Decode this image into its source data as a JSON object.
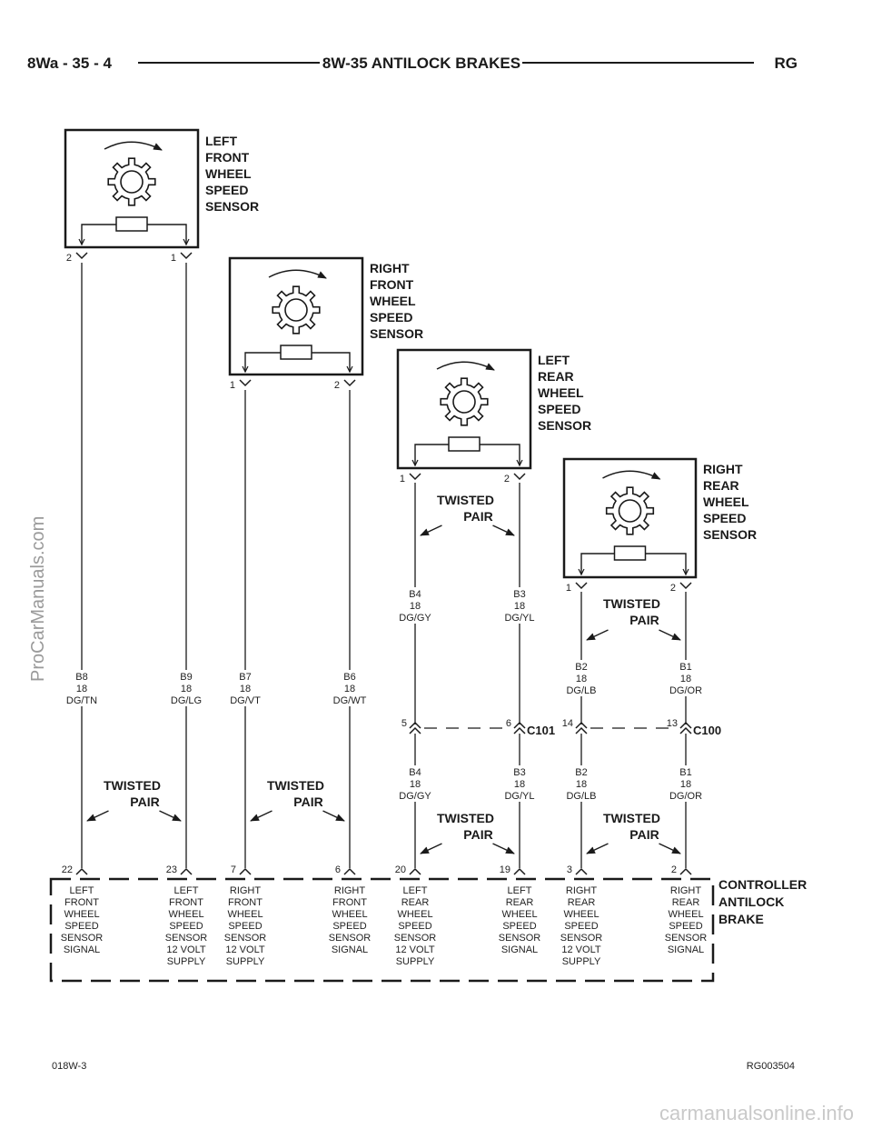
{
  "header": {
    "left": "8Wa - 35 - 4",
    "center": "8W-35 ANTILOCK BRAKES",
    "right": "RG"
  },
  "sensors": [
    {
      "id": "lf",
      "label": [
        "LEFT",
        "FRONT",
        "WHEEL",
        "SPEED",
        "SENSOR"
      ],
      "pin_left": "2",
      "pin_right": "1"
    },
    {
      "id": "rf",
      "label": [
        "RIGHT",
        "FRONT",
        "WHEEL",
        "SPEED",
        "SENSOR"
      ],
      "pin_left": "1",
      "pin_right": "2"
    },
    {
      "id": "lr",
      "label": [
        "LEFT",
        "REAR",
        "WHEEL",
        "SPEED",
        "SENSOR"
      ],
      "pin_left": "1",
      "pin_right": "2"
    },
    {
      "id": "rr",
      "label": [
        "RIGHT",
        "REAR",
        "WHEEL",
        "SPEED",
        "SENSOR"
      ],
      "pin_left": "1",
      "pin_right": "2"
    }
  ],
  "wire_labels": [
    {
      "id": "b8",
      "lines": [
        "B8",
        "18",
        "DG/TN"
      ]
    },
    {
      "id": "b9",
      "lines": [
        "B9",
        "18",
        "DG/LG"
      ]
    },
    {
      "id": "b7",
      "lines": [
        "B7",
        "18",
        "DG/VT"
      ]
    },
    {
      "id": "b6",
      "lines": [
        "B6",
        "18",
        "DG/WT"
      ]
    },
    {
      "id": "b4_top",
      "lines": [
        "B4",
        "18",
        "DG/GY"
      ]
    },
    {
      "id": "b3_top",
      "lines": [
        "B3",
        "18",
        "DG/YL"
      ]
    },
    {
      "id": "b2_top",
      "lines": [
        "B2",
        "18",
        "DG/LB"
      ]
    },
    {
      "id": "b1_top",
      "lines": [
        "B1",
        "18",
        "DG/OR"
      ]
    },
    {
      "id": "b4_bot",
      "lines": [
        "B4",
        "18",
        "DG/GY"
      ]
    },
    {
      "id": "b3_bot",
      "lines": [
        "B3",
        "18",
        "DG/YL"
      ]
    },
    {
      "id": "b2_bot",
      "lines": [
        "B2",
        "18",
        "DG/LB"
      ]
    },
    {
      "id": "b1_bot",
      "lines": [
        "B1",
        "18",
        "DG/OR"
      ]
    }
  ],
  "twisted_pair": [
    "TWISTED",
    "PAIR"
  ],
  "connectors": {
    "c101": {
      "name": "C101",
      "pin_left": "5",
      "pin_right": "6"
    },
    "c100": {
      "name": "C100",
      "pin_left": "14",
      "pin_right": "13"
    }
  },
  "controller": {
    "label": [
      "CONTROLLER",
      "ANTILOCK",
      "BRAKE"
    ],
    "pins": [
      "22",
      "23",
      "7",
      "6",
      "20",
      "19",
      "3",
      "2"
    ],
    "descriptions": [
      [
        "LEFT",
        "FRONT",
        "WHEEL",
        "SPEED",
        "SENSOR",
        "SIGNAL"
      ],
      [
        "LEFT",
        "FRONT",
        "WHEEL",
        "SPEED",
        "SENSOR",
        "12 VOLT",
        "SUPPLY"
      ],
      [
        "RIGHT",
        "FRONT",
        "WHEEL",
        "SPEED",
        "SENSOR",
        "12 VOLT",
        "SUPPLY"
      ],
      [
        "RIGHT",
        "FRONT",
        "WHEEL",
        "SPEED",
        "SENSOR",
        "SIGNAL"
      ],
      [
        "LEFT",
        "REAR",
        "WHEEL",
        "SPEED",
        "SENSOR",
        "12 VOLT",
        "SUPPLY"
      ],
      [
        "LEFT",
        "REAR",
        "WHEEL",
        "SPEED",
        "SENSOR",
        "SIGNAL"
      ],
      [
        "RIGHT",
        "REAR",
        "WHEEL",
        "SPEED",
        "SENSOR",
        "12 VOLT",
        "SUPPLY"
      ],
      [
        "RIGHT",
        "REAR",
        "WHEEL",
        "SPEED",
        "SENSOR",
        "SIGNAL"
      ]
    ]
  },
  "footer": {
    "left": "018W-3",
    "right": "RG003504"
  },
  "watermarks": {
    "side": "ProCarManuals.com",
    "bottom": "carmanualsonline.info"
  },
  "colors": {
    "ink": "#1a1a1a",
    "watermark_side": "#9a9a9a",
    "watermark_bottom": "#c9c9c9"
  }
}
